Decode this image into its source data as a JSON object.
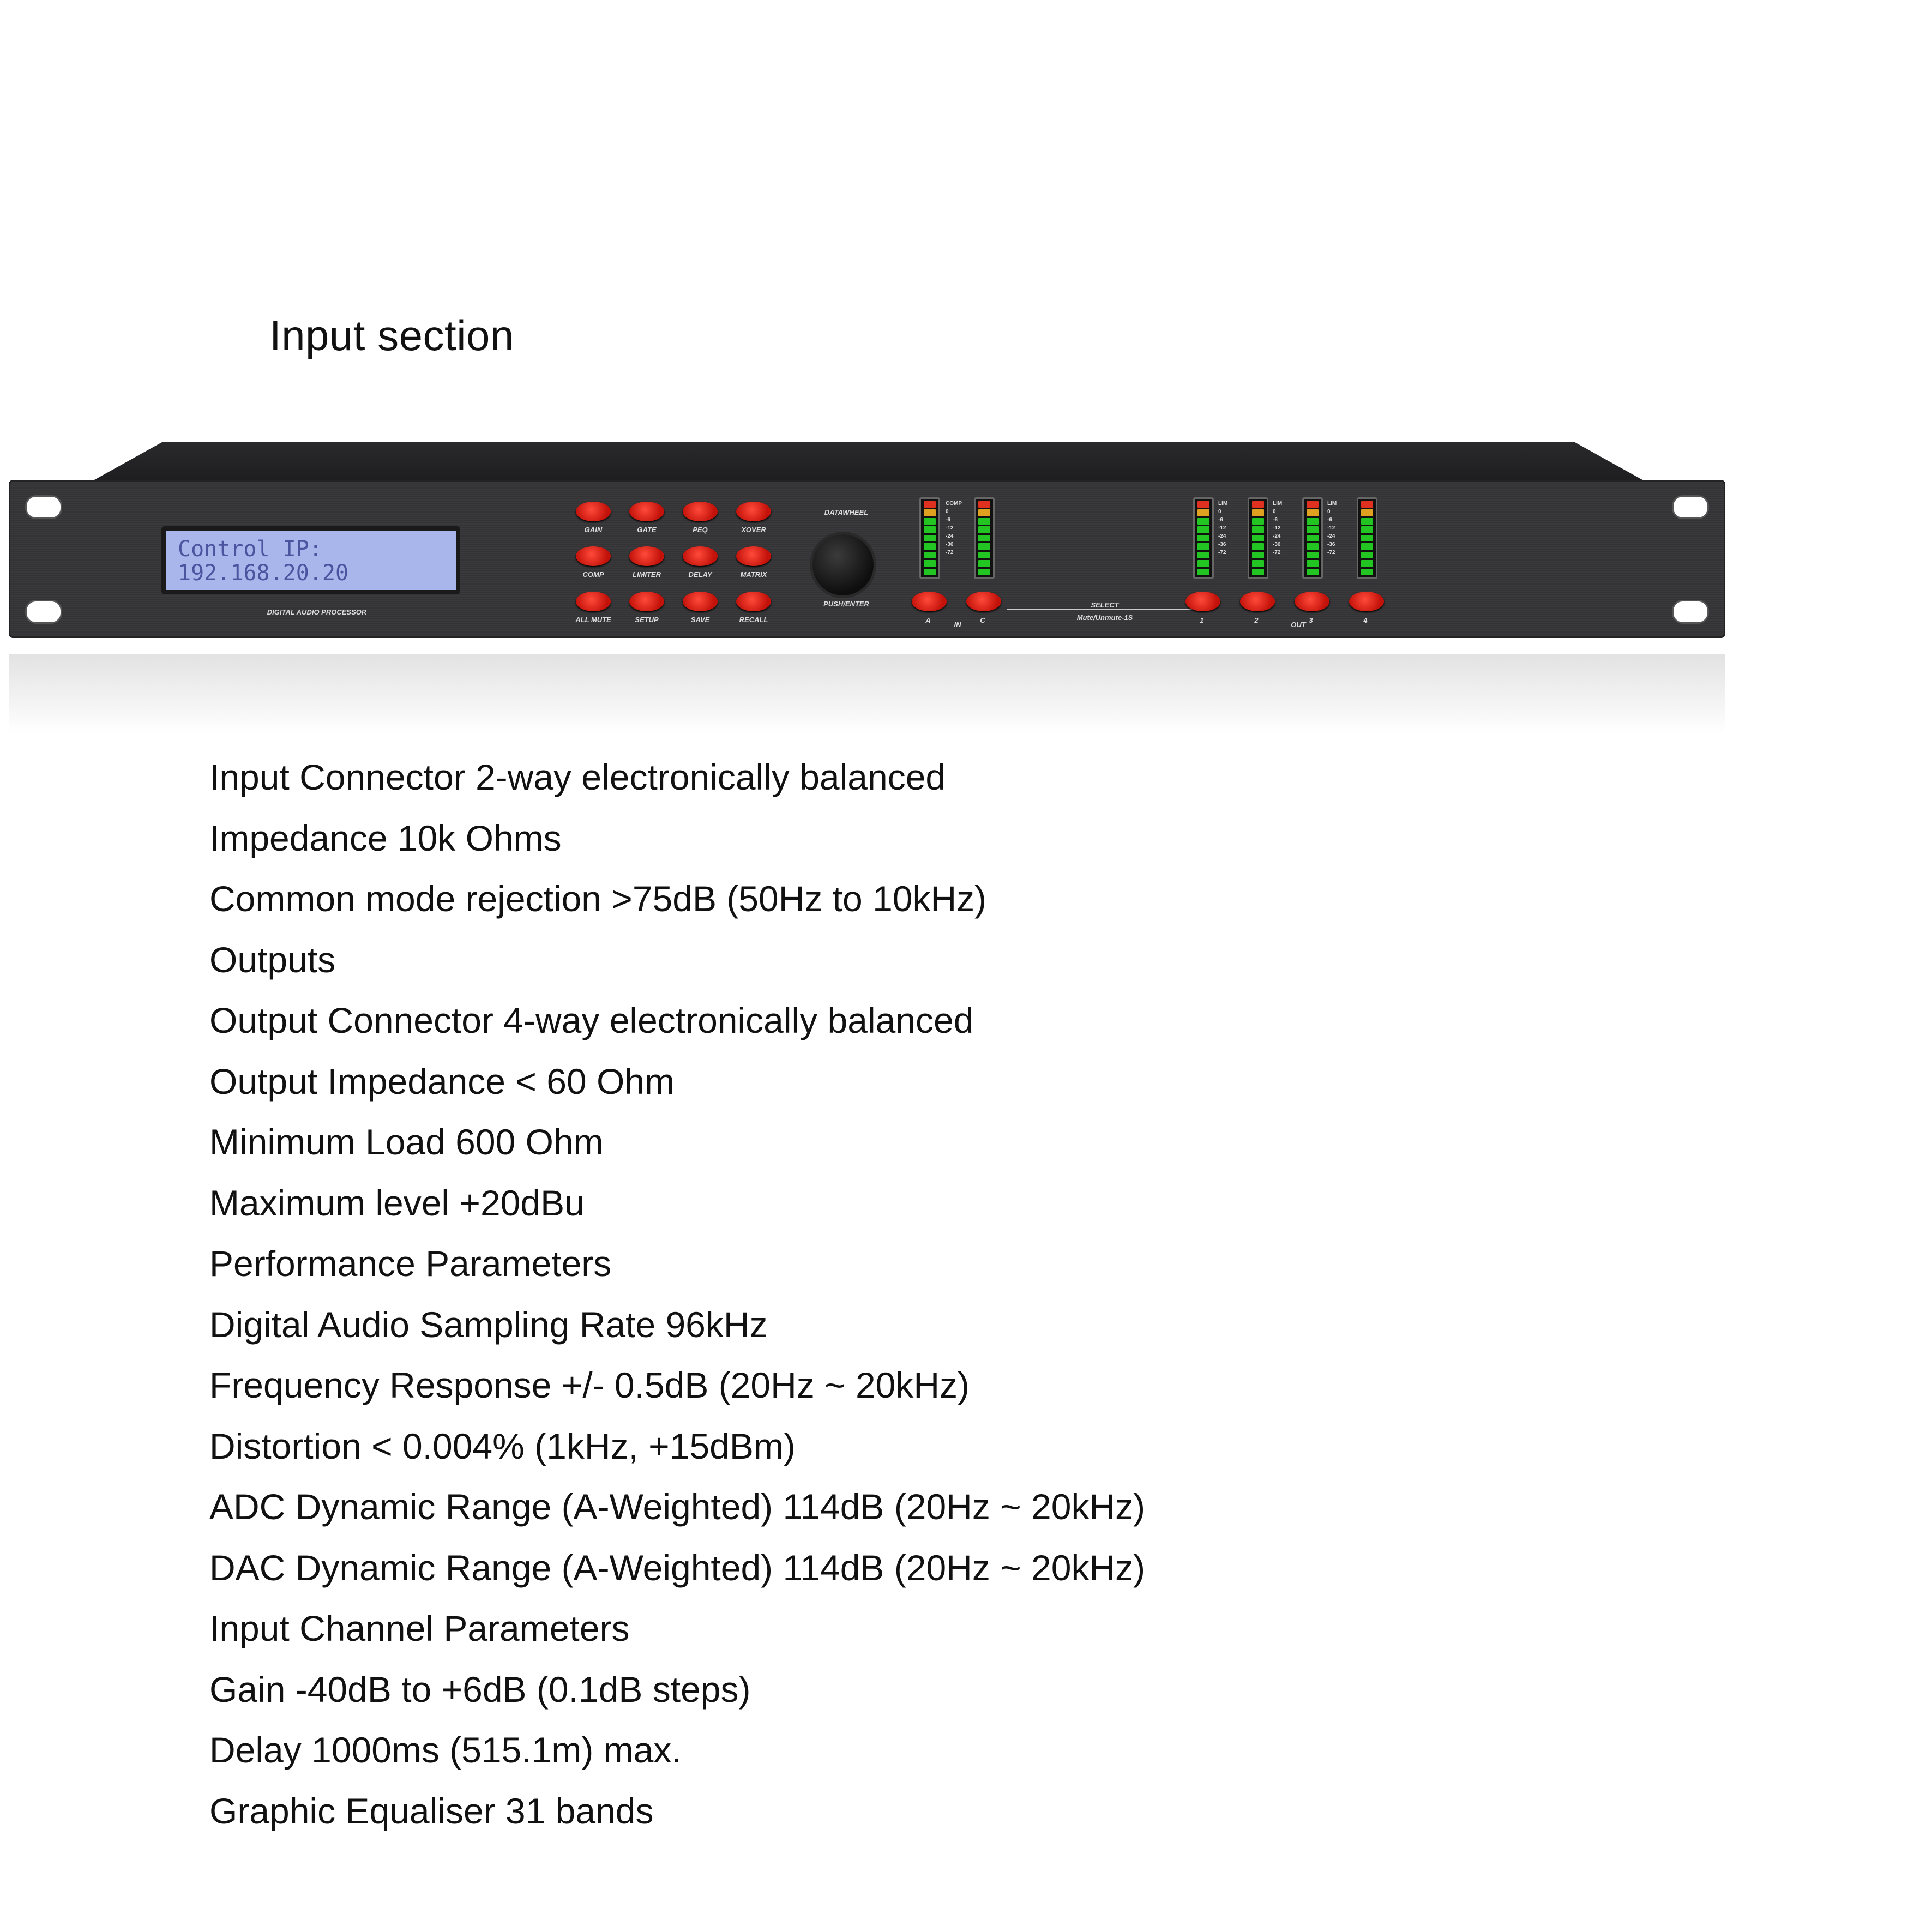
{
  "heading": "Input section",
  "device": {
    "lcd_line1": "Control IP:",
    "lcd_line2": "192.168.20.20",
    "model_label": "DIGITAL AUDIO PROCESSOR",
    "button_rows": [
      [
        "GAIN",
        "GATE",
        "PEQ",
        "XOVER"
      ],
      [
        "COMP",
        "LIMITER",
        "DELAY",
        "MATRIX"
      ],
      [
        "ALL MUTE",
        "SETUP",
        "SAVE",
        "RECALL"
      ]
    ],
    "datawheel_label": "DATAWHEEL",
    "push_label": "PUSH/ENTER",
    "comp_label": "COMP",
    "lim_label": "LIM",
    "scale": [
      "0",
      "-6",
      "-12",
      "-24",
      "-36",
      "-72"
    ],
    "input_labels": [
      "A",
      "C"
    ],
    "in_label": "IN",
    "select_label": "SELECT",
    "mute_label": "Mute/Unmute-1S",
    "output_labels": [
      "1",
      "2",
      "3",
      "4"
    ],
    "out_label": "OUT",
    "colors": {
      "button": "#d8180e",
      "lcd": "#a9b6ec",
      "meter_green": "#22c522",
      "meter_red": "#e03020",
      "meter_amber": "#e0a020"
    }
  },
  "specs": [
    "Input Connector 2-way electronically balanced",
    "Impedance 10k Ohms",
    "Common mode rejection >75dB (50Hz to 10kHz)",
    "Outputs",
    "Output Connector 4-way electronically balanced",
    "Output Impedance < 60 Ohm",
    "Minimum Load 600 Ohm",
    "Maximum level +20dBu",
    "Performance Parameters",
    "Digital Audio Sampling Rate 96kHz",
    "Frequency Response +/- 0.5dB (20Hz ~ 20kHz)",
    "Distortion < 0.004% (1kHz, +15dBm)",
    "ADC Dynamic Range (A-Weighted) 114dB (20Hz ~ 20kHz)",
    "DAC Dynamic Range (A-Weighted) 114dB (20Hz ~ 20kHz)",
    "Input Channel Parameters",
    "Gain -40dB to +6dB (0.1dB steps)",
    "Delay 1000ms (515.1m) max.",
    "Graphic Equaliser 31 bands"
  ]
}
